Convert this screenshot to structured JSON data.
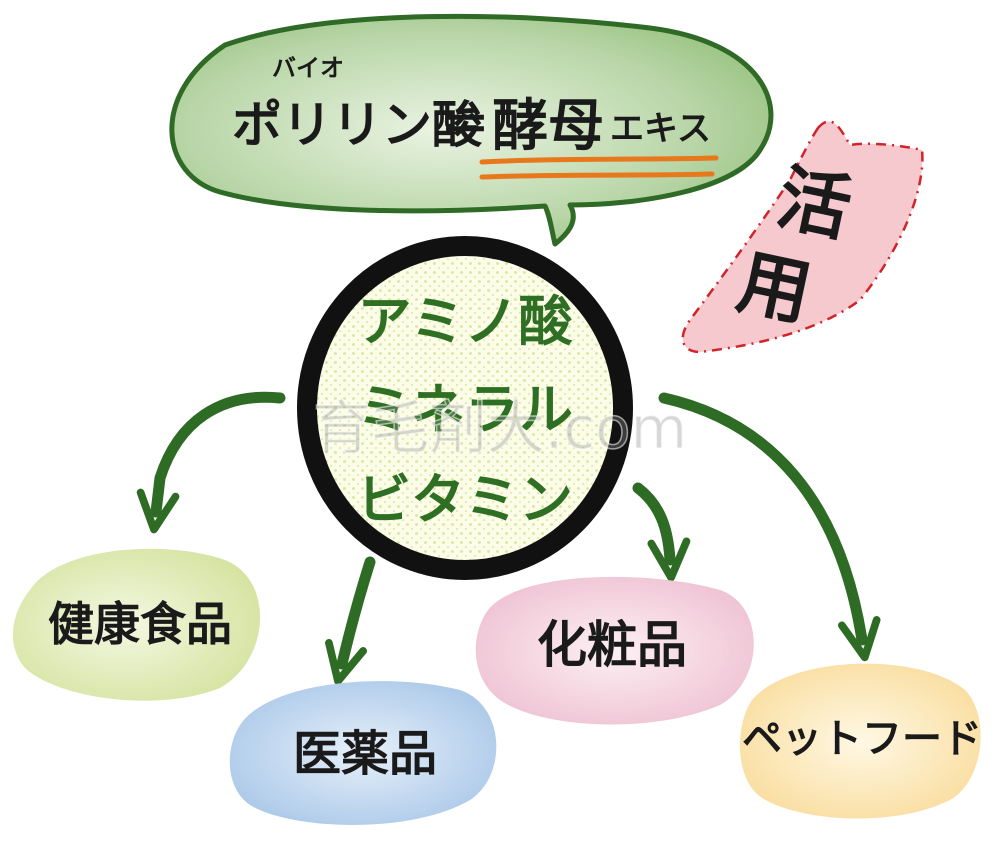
{
  "bubble": {
    "ruby": "バイオ",
    "left_term": "ポリリン酸",
    "equals": "＝",
    "right_term": "酵母",
    "right_suffix": "エキス"
  },
  "center": {
    "line1": "アミノ酸",
    "line2": "ミネラル",
    "line3": "ビタミン"
  },
  "tag": {
    "char1": "活",
    "char2": "用"
  },
  "uses": {
    "health_food": "健康食品",
    "medicine": "医薬品",
    "cosmetics": "化粧品",
    "pet_food": "ペットフード"
  },
  "watermark": "育毛剤大.com",
  "colors": {
    "bubble_fill": "#b9d6a8",
    "bubble_stroke": "#2f6b26",
    "arrow_green": "#2e6b24",
    "underline_orange": "#e8781c",
    "tag_fill": "#f5c9cd",
    "tag_dash": "#d2232a",
    "health_blob": "#dfe9b6",
    "medicine_blob": "#bcd4ee",
    "cosmetics_blob": "#f3cfdc",
    "petfood_blob": "#fbe6b3"
  }
}
